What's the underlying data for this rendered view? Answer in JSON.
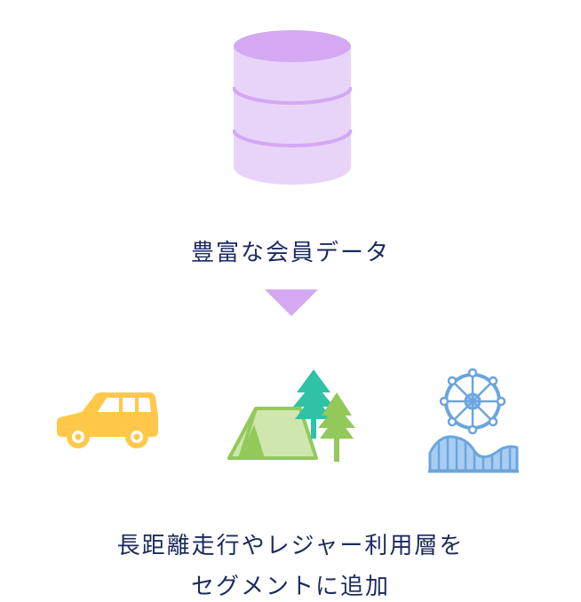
{
  "diagram": {
    "source_label": "豊富な会員データ",
    "result_line_1": "長距離走行やレジャー利用層を",
    "result_line_2": "セグメントに追加",
    "colors": {
      "database_fill": "#e8d4f8",
      "database_accent": "#d6a9f2",
      "arrow": "#d6a9f2",
      "car": "#ffc849",
      "tent": "#c8e4a4",
      "tree_teal": "#2fc2a6",
      "tree_green": "#92c95a",
      "park_blue": "#6aa5de",
      "text": "#1b2a5c"
    },
    "icons": [
      "database-icon",
      "down-arrow-icon",
      "car-icon",
      "camping-icon",
      "amusement-park-icon"
    ]
  }
}
